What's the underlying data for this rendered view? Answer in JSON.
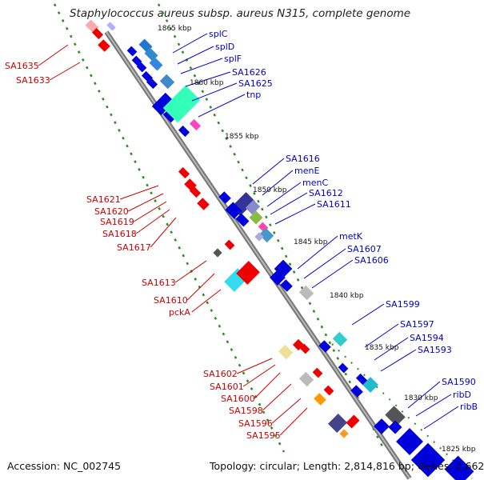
{
  "title": "Staphylococcus aureus subsp. aureus N315, complete genome",
  "footer": {
    "accession": "Accession: NC_002745",
    "summary": "Topology: circular; Length: 2,814,816 bp; Genes: 2,662"
  },
  "kbp_labels": [
    "1865 kbp",
    "1860 kbp",
    "1855 kbp",
    "1850 kbp",
    "1845 kbp",
    "1840 kbp",
    "1835 kbp",
    "1830 kbp",
    "1825 kbp"
  ],
  "left_labels": [
    "SA1635",
    "SA1633",
    "SA1621",
    "SA1620",
    "SA1619",
    "SA1618",
    "SA1617",
    "SA1613",
    "SA1610",
    "pckA",
    "SA1602",
    "SA1601",
    "SA1600",
    "SA1598",
    "SA1596",
    "SA1595"
  ],
  "right_labels": [
    "splC",
    "splD",
    "splF",
    "SA1626",
    "SA1625",
    "tnp",
    "SA1616",
    "menE",
    "menC",
    "SA1612",
    "SA1611",
    "metK",
    "SA1607",
    "SA1606",
    "SA1599",
    "SA1597",
    "SA1594",
    "SA1593",
    "SA1590",
    "ribD",
    "ribB"
  ],
  "colors": {
    "backbone": "#888888",
    "dots": "#2e8b22",
    "forward_gene": "#0000dd",
    "reverse_gene": "#ee0000",
    "left_label": "#cc0000",
    "right_label": "#0000cc"
  }
}
